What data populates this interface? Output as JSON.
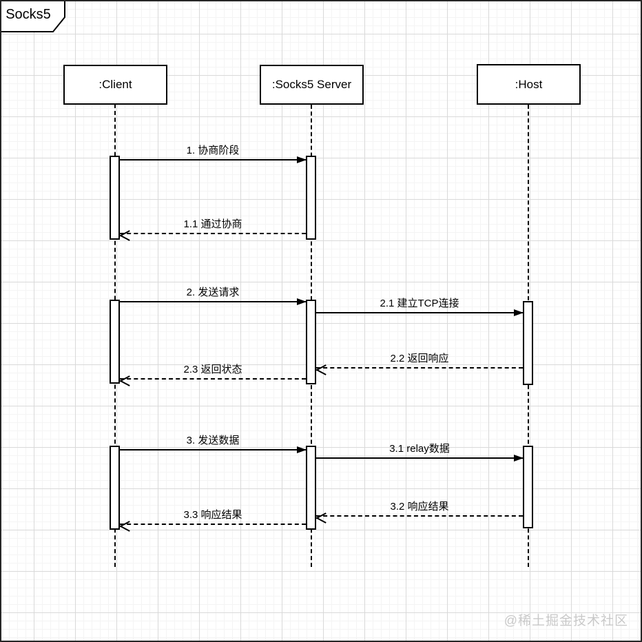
{
  "frame": {
    "label": "Socks5"
  },
  "participants": [
    {
      "id": "client",
      "name": ":Client"
    },
    {
      "id": "server",
      "name": ":Socks5 Server"
    },
    {
      "id": "host",
      "name": ":Host"
    }
  ],
  "messages": [
    {
      "seq": "1",
      "label": "1. 协商阶段",
      "from": ":Client",
      "to": ":Socks5 Server",
      "style": "solid"
    },
    {
      "seq": "1.1",
      "label": "1.1 通过协商",
      "from": ":Socks5 Server",
      "to": ":Client",
      "style": "dashed-return"
    },
    {
      "seq": "2",
      "label": "2. 发送请求",
      "from": ":Client",
      "to": ":Socks5 Server",
      "style": "solid"
    },
    {
      "seq": "2.1",
      "label": "2.1 建立TCP连接",
      "from": ":Socks5 Server",
      "to": ":Host",
      "style": "solid"
    },
    {
      "seq": "2.2",
      "label": "2.2 返回响应",
      "from": ":Host",
      "to": ":Socks5 Server",
      "style": "dashed-return"
    },
    {
      "seq": "2.3",
      "label": "2.3 返回状态",
      "from": ":Socks5 Server",
      "to": ":Client",
      "style": "dashed-return"
    },
    {
      "seq": "3",
      "label": "3. 发送数据",
      "from": ":Client",
      "to": ":Socks5 Server",
      "style": "solid"
    },
    {
      "seq": "3.1",
      "label": "3.1 relay数据",
      "from": ":Socks5 Server",
      "to": ":Host",
      "style": "solid"
    },
    {
      "seq": "3.2",
      "label": "3.2 响应结果",
      "from": ":Host",
      "to": ":Socks5 Server",
      "style": "dashed-return"
    },
    {
      "seq": "3.3",
      "label": "3.3 响应结果",
      "from": ":Socks5 Server",
      "to": ":Client",
      "style": "dashed-return"
    }
  ],
  "watermark": "@稀土掘金技术社区",
  "colors": {
    "stroke": "#000000",
    "background": "#ffffff",
    "grid_major": "#d9d9d9",
    "grid_minor": "#f4f4f4",
    "watermark": "#c9c9c9",
    "frame_border": "#262626"
  }
}
